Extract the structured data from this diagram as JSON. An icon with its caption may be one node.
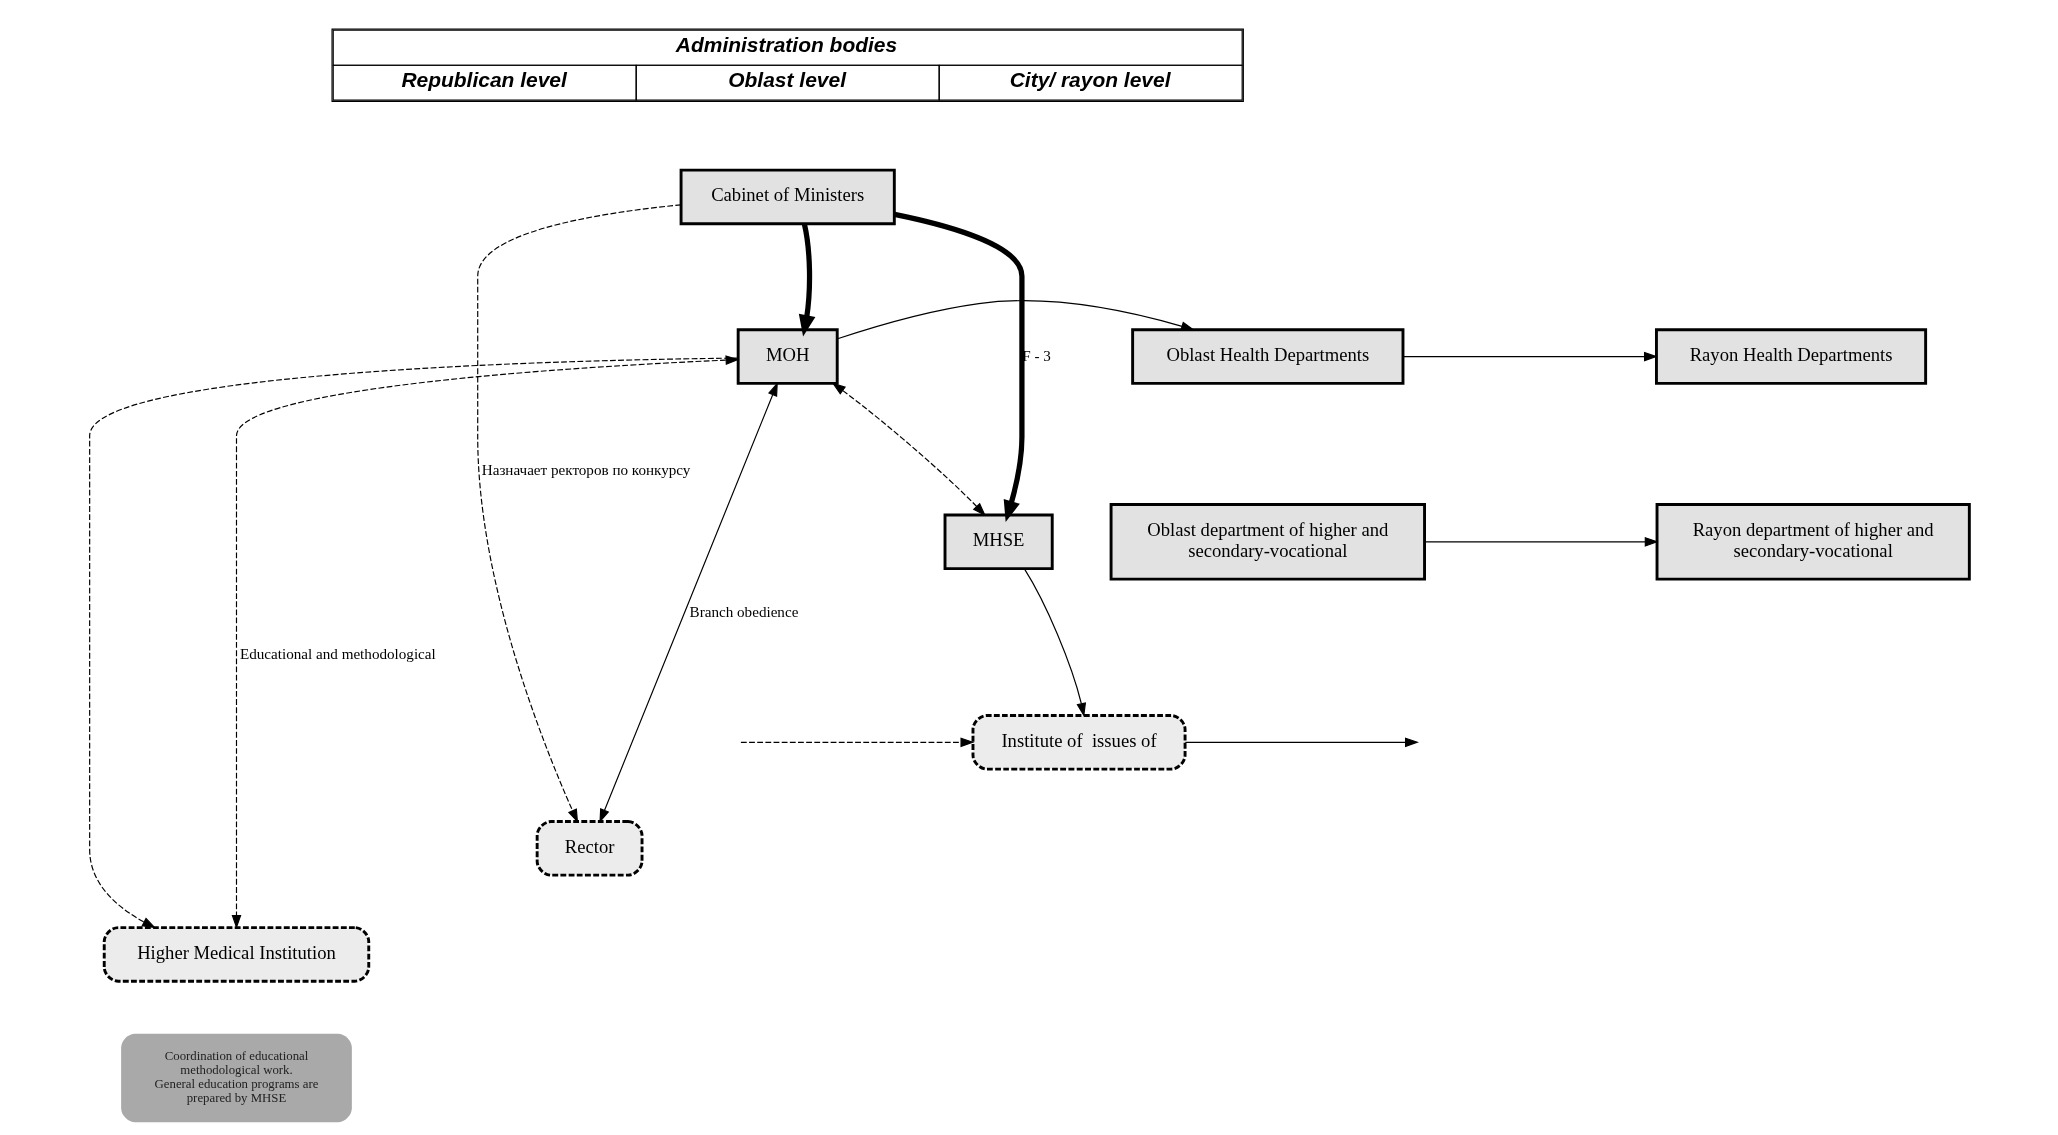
{
  "diagram": {
    "nodes": [
      {
        "text": [
          "Cabinet of Ministers"
        ]
      },
      {
        "text": [
          "MOH"
        ]
      },
      {
        "text": [
          "Oblast Health Departments"
        ]
      },
      {
        "text": [
          "Rayon Health Departments"
        ]
      },
      {
        "text": [
          "MHSE"
        ]
      },
      {
        "text": [
          "Oblast department of higher and secondary-vocational"
        ]
      },
      {
        "text": [
          "Rayon department of higher and secondary-vocational"
        ]
      },
      {
        "text": [
          "Institute of  issues of"
        ]
      },
      {
        "text": [
          "Rector"
        ]
      },
      {
        "text": [
          "Higher Medical Institution"
        ]
      },
      {
        "text": [
          "Coordination of educational methodological work.",
          "General education programs are prepared by MHSE"
        ]
      }
    ],
    "edges": [
      {
        "from": 0,
        "to": 1,
        "arrow": "to",
        "style": "thick"
      },
      {
        "from": 0,
        "to": 4,
        "arrow": "to",
        "style": "thick",
        "label": "F - 3"
      },
      {
        "from": 0,
        "to": 8,
        "arrow": "to",
        "style": "dashed",
        "label": "Назначает ректоров по конкурсу"
      },
      {
        "from": 1,
        "to": 2,
        "arrow": "to"
      },
      {
        "from": 2,
        "to": 3,
        "arrow": "to"
      },
      {
        "from": 1,
        "to": 4,
        "arrow": "both",
        "style": "dashed"
      },
      {
        "from": 5,
        "to": 6,
        "arrow": "to"
      },
      {
        "from": 4,
        "to": 7,
        "arrow": "to"
      },
      {
        "from": 1,
        "to": 8,
        "arrow": "both",
        "label": "Branch obedience"
      },
      {
        "from": 1,
        "to": 9,
        "arrow": "to",
        "style": "dashed"
      },
      {
        "from": 1,
        "to": 9,
        "arrow": "both",
        "style": "dashed",
        "label": "Educational and methodological"
      },
      {
        "from": 7,
        "to": null,
        "arrow": "to"
      },
      {
        "from": null,
        "to": 7,
        "arrow": "to",
        "style": "dashed"
      }
    ],
    "labels": [
      "Administration bodies",
      "Republican level",
      "Oblast level",
      "City/ rayon level"
    ]
  }
}
